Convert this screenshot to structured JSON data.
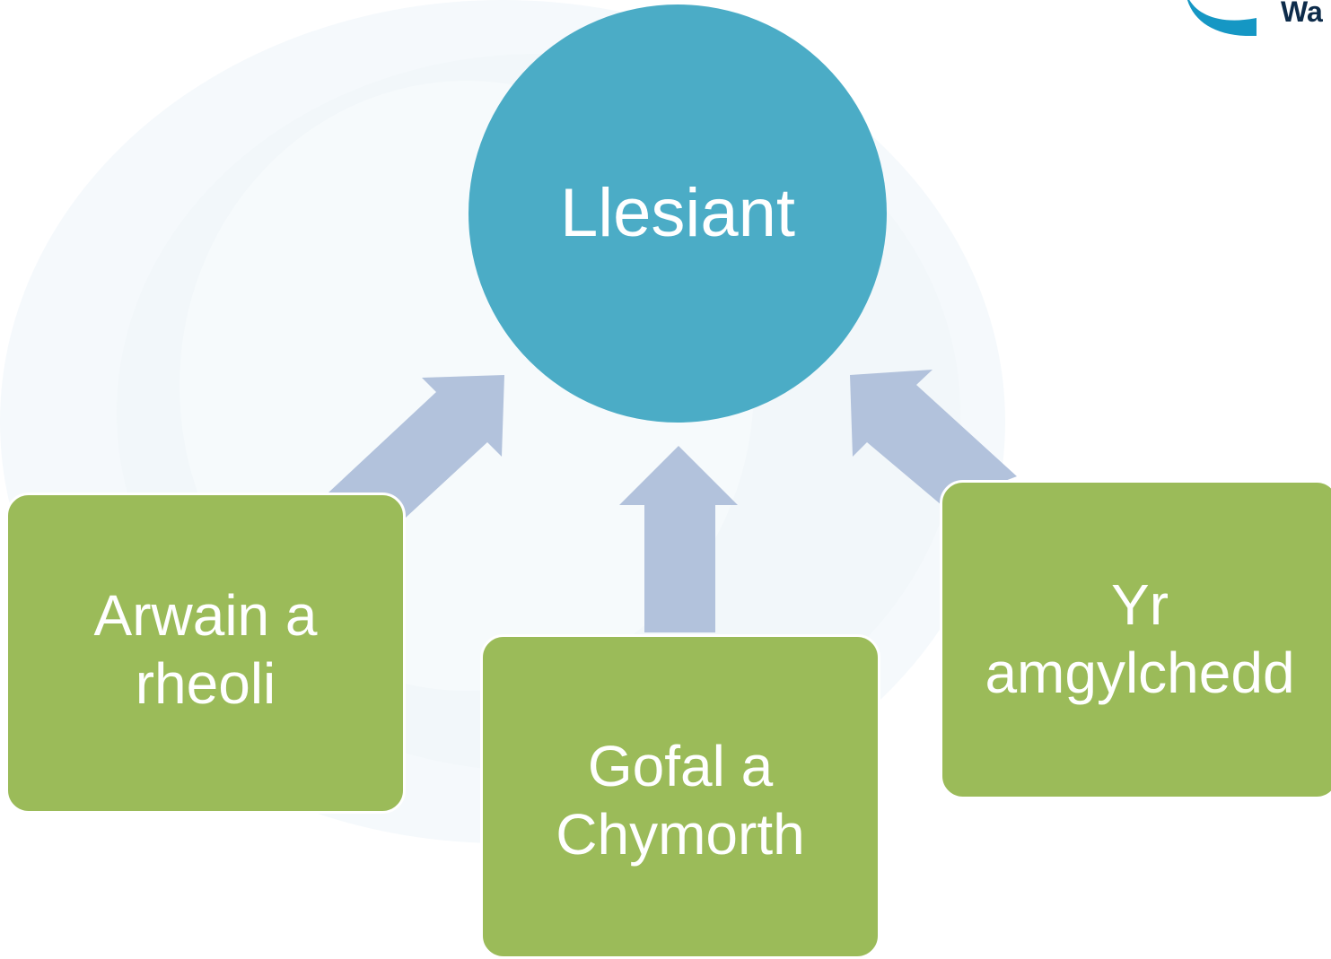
{
  "colors": {
    "center_circle": "#4bacc6",
    "boxes": "#9bbb59",
    "arrows": "#b2c2dc",
    "label_text": "#ffffff",
    "logo_mark": "#1597c4",
    "logo_text": "#0d2b4a"
  },
  "logo": {
    "text": "Wa",
    "icon": "brand-logo-icon"
  },
  "diagram": {
    "center": {
      "label": "Llesiant"
    },
    "nodes": [
      {
        "label": "Arwain a\nrheoli"
      },
      {
        "label": "Gofal a\nChymorth"
      },
      {
        "label": "Yr\namgylchedd"
      }
    ],
    "arrow_icon": "arrow-up-icon"
  }
}
